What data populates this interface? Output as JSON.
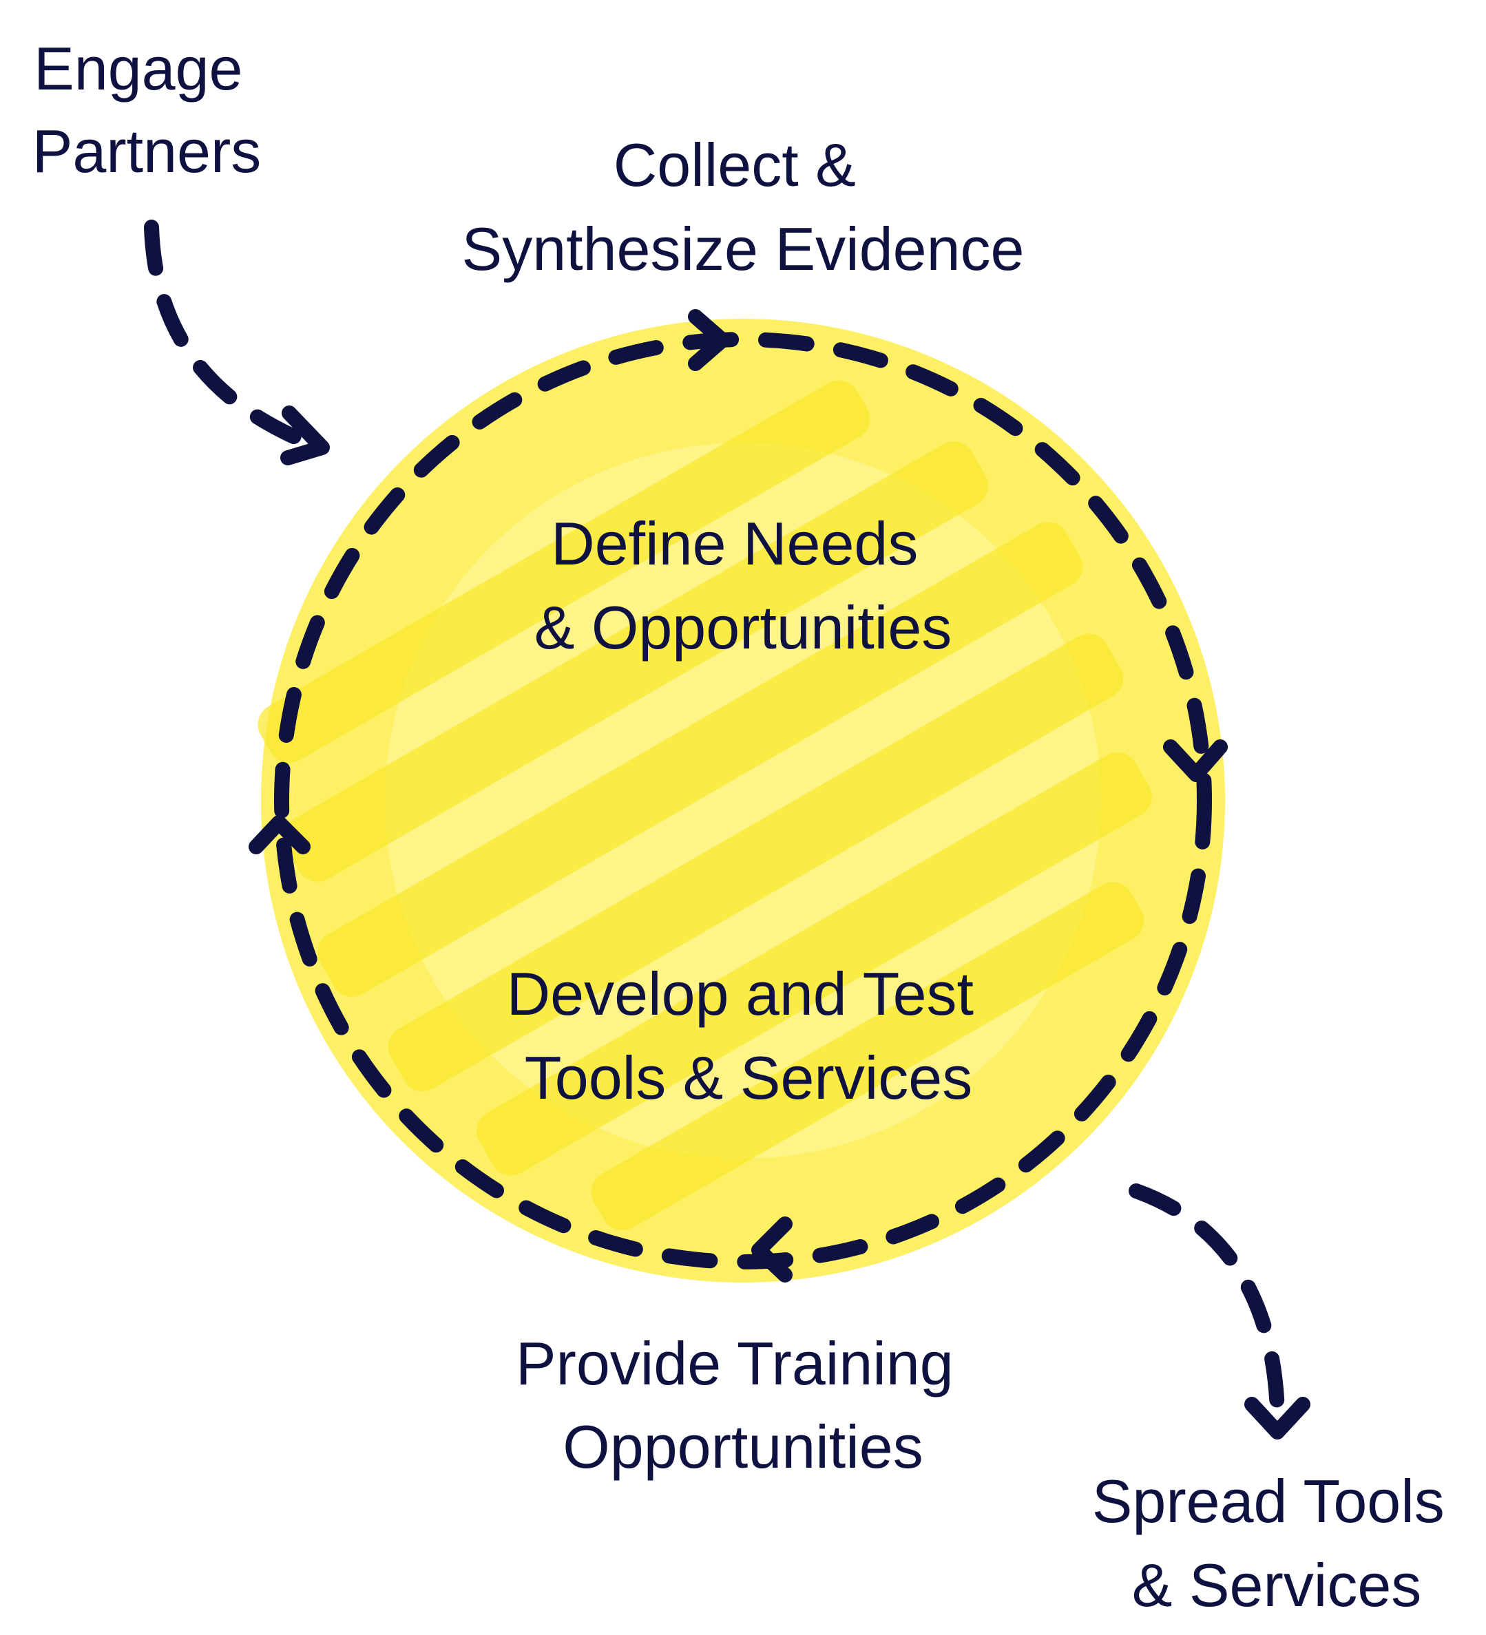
{
  "diagram": {
    "title": "Cycle of partner engagement",
    "colors": {
      "ink": "#0f1240",
      "highlight": "#fdf064",
      "highlight_dark": "#fbe82a"
    },
    "entry": {
      "line1": "Engage",
      "line2": "Partners"
    },
    "exit": {
      "line1": "Spread Tools",
      "line2": "& Services"
    },
    "cycle_steps": [
      {
        "line1": "Collect &",
        "line2": "Synthesize Evidence"
      },
      {
        "line1": "Define Needs",
        "line2": "& Opportunities"
      },
      {
        "line1": "Develop and Test",
        "line2": "Tools & Services"
      },
      {
        "line1": "Provide Training",
        "line2": "Opportunities"
      }
    ]
  }
}
